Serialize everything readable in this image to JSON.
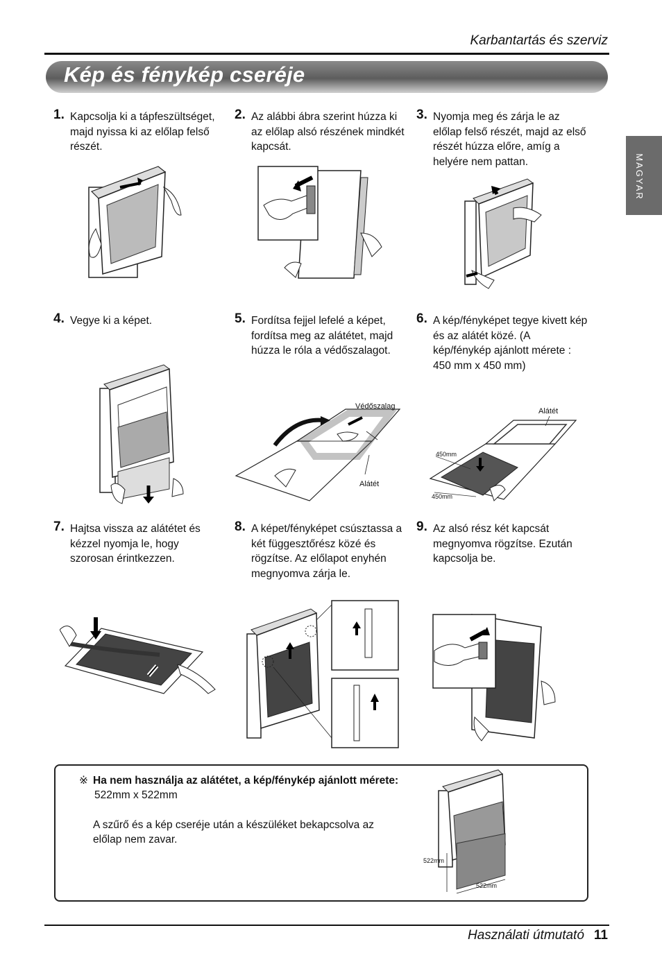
{
  "header": {
    "section": "Karbantartás és szerviz",
    "title": "Kép és fénykép cseréje",
    "lang_tab": "MAGYAR"
  },
  "steps": [
    {
      "num": "1.",
      "text": "Kapcsolja ki a tápfeszültséget, majd nyissa ki az előlap felső részét."
    },
    {
      "num": "2.",
      "text": "Az alábbi ábra szerint húzza ki az előlap alsó részének mindkét kapcsát."
    },
    {
      "num": "3.",
      "text": "Nyomja meg és zárja le az előlap felső részét, majd az első részét húzza előre, amíg a helyére nem pattan."
    },
    {
      "num": "4.",
      "text": "Vegye ki a képet."
    },
    {
      "num": "5.",
      "text": "Fordítsa fejjel lefelé a képet, fordítsa meg az alátétet, majd húzza le róla a védőszalagot."
    },
    {
      "num": "6.",
      "text": "A kép/fényképet tegye kivett kép és az alátét közé. (A kép/fénykép ajánlott mérete : 450 mm x 450 mm)"
    },
    {
      "num": "7.",
      "text": "Hajtsa vissza az alátétet és kézzel nyomja le, hogy szorosan érintkezzen."
    },
    {
      "num": "8.",
      "text": "A képet/fényképet csúsztassa a két függesztőrész közé és rögzítse. Az előlapot enyhén megnyomva zárja le."
    },
    {
      "num": "9.",
      "text": "Az alsó rész két kapcsát megnyomva rögzítse. Ezután kapcsolja be."
    }
  ],
  "labels": {
    "vedoszalag": "Védőszalag",
    "alatet5": "Alátét",
    "alatet6": "Alátét",
    "dim450a": "450mm",
    "dim450b": "450mm",
    "dim522a": "522mm",
    "dim522b": "522mm"
  },
  "note": {
    "symbol": "※",
    "bold": "Ha nem használja az alátétet, a kép/fénykép ajánlott mérete:",
    "size": "522mm x 522mm",
    "line1": "A szűrő és a kép cseréje után a készüléket bekapcsolva az",
    "line2": "előlap nem zavar."
  },
  "footer": {
    "guide": "Használati útmutató",
    "page": "11"
  }
}
